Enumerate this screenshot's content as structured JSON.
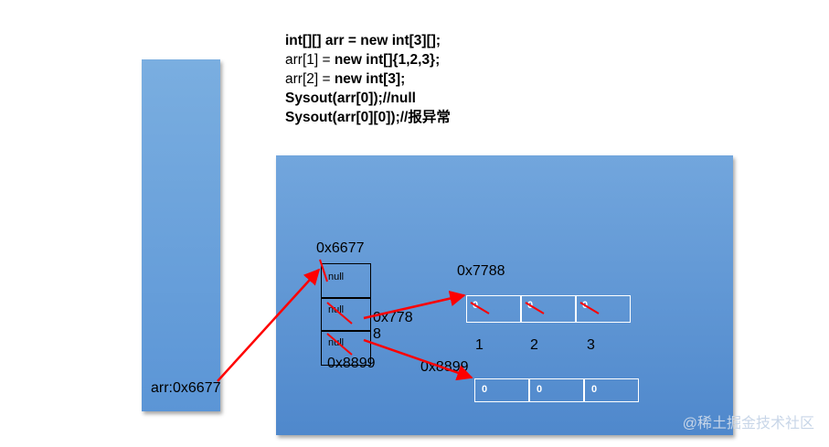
{
  "code": {
    "line1": "int[][] arr = new int[3][];",
    "line2a": "arr[1] = ",
    "line2b": "new int[]{1,2,3};",
    "line3a": "arr[2] = ",
    "line3b": "new int[3];",
    "line4": "Sysout(arr[0]);//null",
    "line5": "Sysout(arr[0][0]);//报异常"
  },
  "stack": {
    "variable": "arr:0x6677"
  },
  "outer_array": {
    "address": "0x6677",
    "cells": [
      "null",
      "null",
      "null"
    ],
    "new_refs": [
      "0x778\n8",
      "0x8899"
    ]
  },
  "array_1": {
    "address": "0x7788",
    "cells": [
      "0",
      "0",
      "0"
    ],
    "new_values": [
      "1",
      "2",
      "3"
    ]
  },
  "array_2": {
    "address": "0x8899",
    "cells": [
      "0",
      "0",
      "0"
    ]
  },
  "colors": {
    "arrow": "#ff0000",
    "stack": "#6aa2dc",
    "heap": "#5f97d6"
  },
  "watermark": "@稀土掘金技术社区"
}
